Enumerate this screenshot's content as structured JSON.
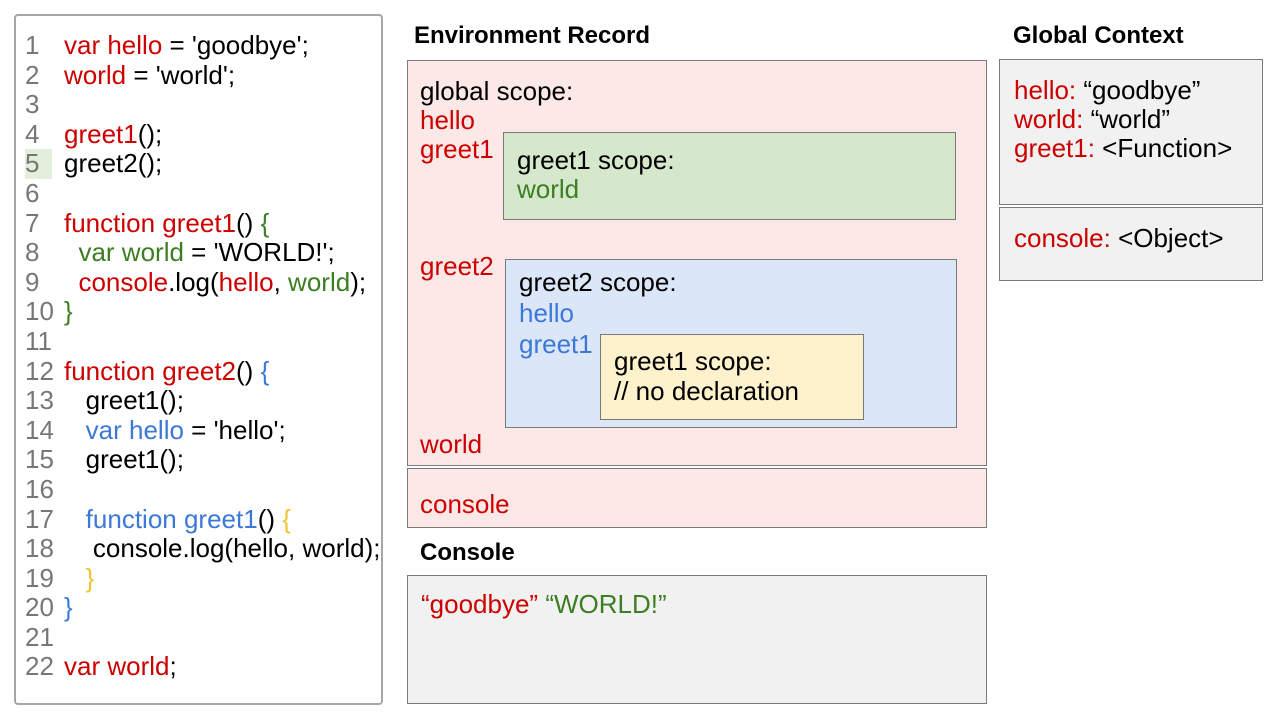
{
  "titles": {
    "environment_record": "Environment Record",
    "console_panel": "Console",
    "global_context": "Global Context"
  },
  "colors": {
    "red": "#cc0000",
    "green": "#3c7e22",
    "blue": "#3c78d8",
    "yellow": "#f1c232",
    "pink_bg": "#fce9e7",
    "green_bg": "#d5e8cc",
    "blue_bg": "#dbe7f8",
    "yellow_bg": "#fdf2cc",
    "gray_bg": "#f1f1f1",
    "line_number_gray": "#777777",
    "highlight_green": "#e2efda"
  },
  "code": {
    "highlighted_line": 5,
    "lines": [
      {
        "n": "1",
        "seg": [
          [
            "r",
            "var hello"
          ],
          [
            "k",
            " = 'goodbye';"
          ]
        ]
      },
      {
        "n": "2",
        "seg": [
          [
            "r",
            "world"
          ],
          [
            "k",
            " = 'world';"
          ]
        ]
      },
      {
        "n": "3",
        "seg": []
      },
      {
        "n": "4",
        "seg": [
          [
            "r",
            "greet1"
          ],
          [
            "k",
            "();"
          ]
        ]
      },
      {
        "n": "5",
        "hl": true,
        "seg": [
          [
            "k",
            "greet2();"
          ]
        ]
      },
      {
        "n": "6",
        "seg": []
      },
      {
        "n": "7",
        "seg": [
          [
            "r",
            "function greet1"
          ],
          [
            "k",
            "() "
          ],
          [
            "g",
            "{"
          ]
        ]
      },
      {
        "n": "8",
        "seg": [
          [
            "k",
            "  "
          ],
          [
            "g",
            "var world"
          ],
          [
            "k",
            " = 'WORLD!';"
          ]
        ]
      },
      {
        "n": "9",
        "seg": [
          [
            "k",
            "  "
          ],
          [
            "r",
            "console"
          ],
          [
            "k",
            ".log("
          ],
          [
            "r",
            "hello"
          ],
          [
            "k",
            ", "
          ],
          [
            "g",
            "world"
          ],
          [
            "k",
            ");"
          ]
        ]
      },
      {
        "n": "10",
        "seg": [
          [
            "g",
            "}"
          ]
        ]
      },
      {
        "n": "11",
        "seg": []
      },
      {
        "n": "12",
        "seg": [
          [
            "r",
            "function greet2"
          ],
          [
            "k",
            "() "
          ],
          [
            "b",
            "{"
          ]
        ]
      },
      {
        "n": "13",
        "seg": [
          [
            "k",
            "   greet1();"
          ]
        ]
      },
      {
        "n": "14",
        "seg": [
          [
            "k",
            "   "
          ],
          [
            "b",
            "var hello"
          ],
          [
            "k",
            " = 'hello';"
          ]
        ]
      },
      {
        "n": "15",
        "seg": [
          [
            "k",
            "   greet1();"
          ]
        ]
      },
      {
        "n": "16",
        "seg": []
      },
      {
        "n": "17",
        "seg": [
          [
            "k",
            "   "
          ],
          [
            "b",
            "function greet1"
          ],
          [
            "k",
            "() "
          ],
          [
            "y",
            "{"
          ]
        ]
      },
      {
        "n": "18",
        "seg": [
          [
            "k",
            "    console.log(hello, world);"
          ]
        ]
      },
      {
        "n": "19",
        "seg": [
          [
            "k",
            "   "
          ],
          [
            "y",
            "}"
          ]
        ]
      },
      {
        "n": "20",
        "seg": [
          [
            "b",
            "}"
          ]
        ]
      },
      {
        "n": "21",
        "seg": []
      },
      {
        "n": "22",
        "seg": [
          [
            "r",
            "var world"
          ],
          [
            "k",
            ";"
          ]
        ]
      }
    ]
  },
  "environment_record": {
    "global_scope": {
      "label": "global scope:",
      "vars_top": [
        "hello",
        "greet1"
      ],
      "var_greet2": "greet2",
      "var_world": "world"
    },
    "greet1_scope": {
      "label": "greet1 scope:",
      "vars": [
        "world"
      ]
    },
    "greet2_scope": {
      "label": "greet2 scope:",
      "vars": [
        "hello",
        "greet1"
      ]
    },
    "inner_greet1_scope": {
      "label": "greet1 scope:",
      "comment": "// no declaration"
    },
    "console_var": "console"
  },
  "console_output": {
    "segments": [
      {
        "color": "r",
        "text": "“goodbye”"
      },
      {
        "color": "k",
        "text": " "
      },
      {
        "color": "g",
        "text": "“WORLD!”"
      }
    ]
  },
  "global_context": {
    "bindings": [
      {
        "name": "hello:",
        "value": "“goodbye”"
      },
      {
        "name": "world:",
        "value": "“world”"
      },
      {
        "name": "greet1:",
        "value": "<Function>"
      }
    ],
    "console_binding": {
      "name": "console:",
      "value": "<Object>"
    }
  }
}
